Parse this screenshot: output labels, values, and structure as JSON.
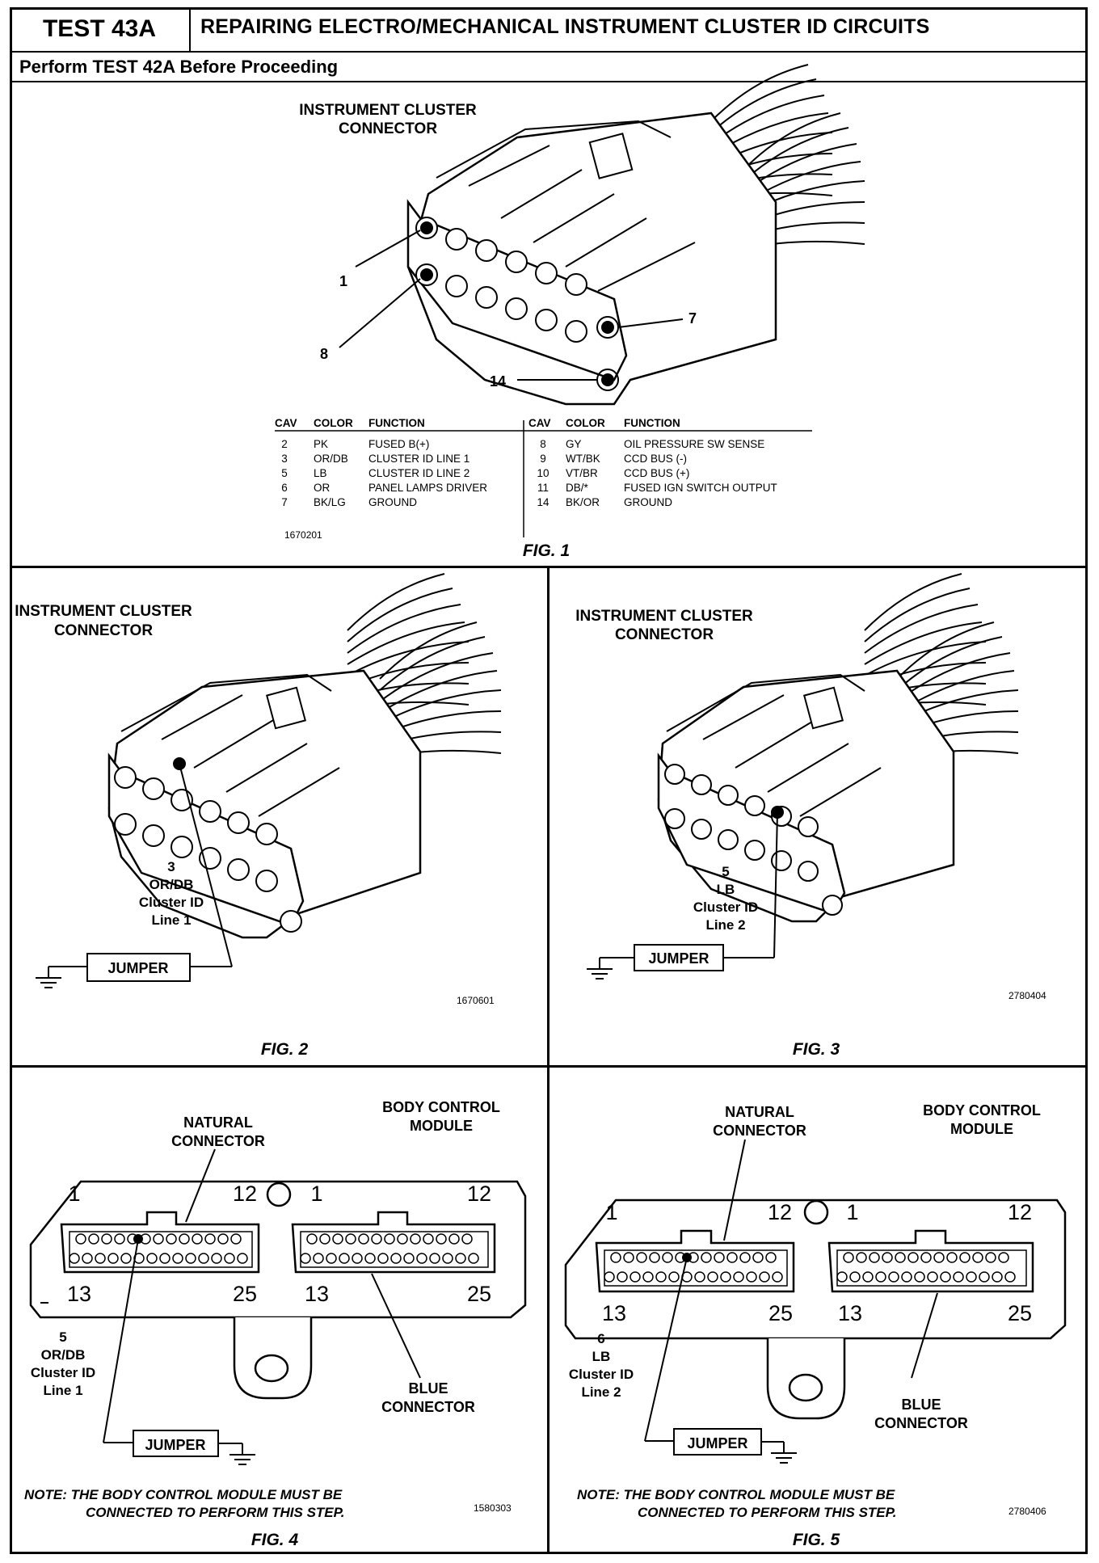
{
  "header": {
    "test_code": "TEST 43A",
    "title": "REPAIRING ELECTRO/MECHANICAL INSTRUMENT CLUSTER ID CIRCUITS",
    "subtitle": "Perform TEST 42A Before Proceeding"
  },
  "fig1": {
    "label_line1": "INSTRUMENT CLUSTER",
    "label_line2": "CONNECTOR",
    "callouts": [
      "1",
      "8",
      "7",
      "14"
    ],
    "table_headers": {
      "cav": "CAV",
      "color": "COLOR",
      "function": "FUNCTION"
    },
    "rows_left": [
      {
        "cav": "2",
        "color": "PK",
        "function": "FUSED B(+)"
      },
      {
        "cav": "3",
        "color": "OR/DB",
        "function": "CLUSTER ID LINE 1"
      },
      {
        "cav": "5",
        "color": "LB",
        "function": "CLUSTER ID LINE 2"
      },
      {
        "cav": "6",
        "color": "OR",
        "function": "PANEL LAMPS DRIVER"
      },
      {
        "cav": "7",
        "color": "BK/LG",
        "function": "GROUND"
      }
    ],
    "rows_right": [
      {
        "cav": "8",
        "color": "GY",
        "function": "OIL PRESSURE SW SENSE"
      },
      {
        "cav": "9",
        "color": "WT/BK",
        "function": "CCD BUS (-)"
      },
      {
        "cav": "10",
        "color": "VT/BR",
        "function": "CCD BUS (+)"
      },
      {
        "cav": "11",
        "color": "DB/*",
        "function": "FUSED IGN SWITCH OUTPUT"
      },
      {
        "cav": "14",
        "color": "BK/OR",
        "function": "GROUND"
      }
    ],
    "part_number": "1670201",
    "caption": "FIG. 1"
  },
  "fig2": {
    "label_line1": "INSTRUMENT CLUSTER",
    "label_line2": "CONNECTOR",
    "pin_lines": [
      "3",
      "OR/DB",
      "Cluster ID",
      "Line 1"
    ],
    "jumper": "JUMPER",
    "part_number": "1670601",
    "caption": "FIG. 2"
  },
  "fig3": {
    "label_line1": "INSTRUMENT CLUSTER",
    "label_line2": "CONNECTOR",
    "pin_lines": [
      "5",
      "LB",
      "Cluster ID",
      "Line 2"
    ],
    "jumper": "JUMPER",
    "part_number": "2780404",
    "caption": "FIG. 3"
  },
  "fig4": {
    "natural_line1": "NATURAL",
    "natural_line2": "CONNECTOR",
    "bcm_line1": "BODY CONTROL",
    "bcm_line2": "MODULE",
    "pins": {
      "a": "1",
      "b": "12",
      "c": "13",
      "d": "25"
    },
    "pin_lines": [
      "5",
      "OR/DB",
      "Cluster ID",
      "Line 1"
    ],
    "blue_line1": "BLUE",
    "blue_line2": "CONNECTOR",
    "jumper": "JUMPER",
    "note_line1": "NOTE:  THE BODY CONTROL MODULE MUST BE",
    "note_line2": "CONNECTED TO PERFORM THIS STEP.",
    "part_number": "1580303",
    "caption": "FIG. 4"
  },
  "fig5": {
    "natural_line1": "NATURAL",
    "natural_line2": "CONNECTOR",
    "bcm_line1": "BODY CONTROL",
    "bcm_line2": "MODULE",
    "pins": {
      "a": "1",
      "b": "12",
      "c": "13",
      "d": "25"
    },
    "pin_lines": [
      "6",
      "LB",
      "Cluster ID",
      "Line 2"
    ],
    "blue_line1": "BLUE",
    "blue_line2": "CONNECTOR",
    "jumper": "JUMPER",
    "note_line1": "NOTE:  THE BODY CONTROL MODULE MUST BE",
    "note_line2": "CONNECTED TO PERFORM THIS STEP.",
    "part_number": "2780406",
    "caption": "FIG. 5"
  }
}
